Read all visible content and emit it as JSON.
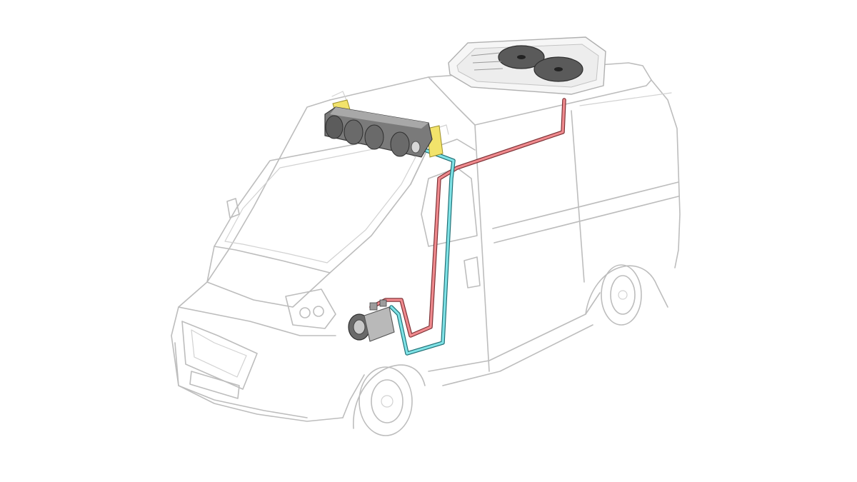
{
  "diagram": {
    "colors": {
      "background": "#ffffff",
      "van_outline": "#bdbdbd",
      "hot_line": "#f08a8e",
      "cold_line": "#7fe2e6",
      "evaporator_body": "#6e6e6e",
      "brackets": "#f2e36b"
    },
    "components": [
      {
        "name": "roof-condenser-unit"
      },
      {
        "name": "cabin-evaporator-blower-unit"
      },
      {
        "name": "engine-compressor"
      },
      {
        "name": "refrigerant-discharge-line"
      },
      {
        "name": "refrigerant-suction-line"
      }
    ]
  }
}
